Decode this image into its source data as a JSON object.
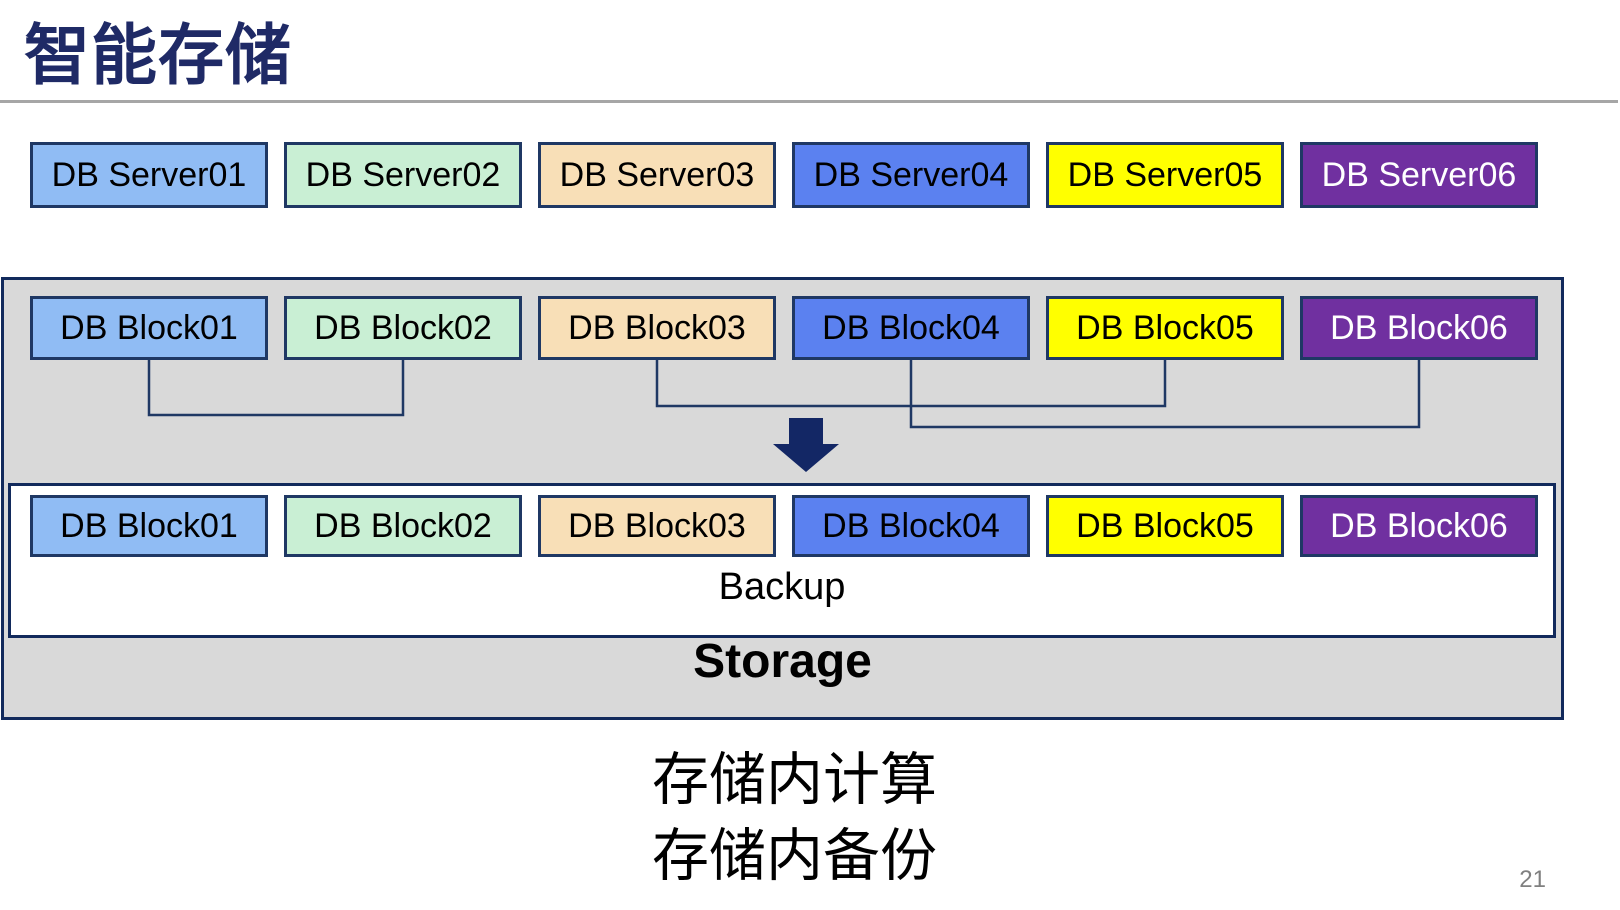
{
  "page": {
    "title": "智能存储",
    "page_number": "21"
  },
  "servers": [
    {
      "label": "DB Server01",
      "color": "#90BCF4"
    },
    {
      "label": "DB Server02",
      "color": "#C9EFD4"
    },
    {
      "label": "DB Server03",
      "color": "#F8DFB7"
    },
    {
      "label": "DB Server04",
      "color": "#5B81F0"
    },
    {
      "label": "DB Server05",
      "color": "#FFFF00"
    },
    {
      "label": "DB Server06",
      "color": "#7030A0"
    }
  ],
  "storage": {
    "blocks_top": [
      {
        "label": "DB Block01",
        "color": "#90BCF4"
      },
      {
        "label": "DB Block02",
        "color": "#C9EFD4"
      },
      {
        "label": "DB Block03",
        "color": "#F8DFB7"
      },
      {
        "label": "DB Block04",
        "color": "#5B81F0"
      },
      {
        "label": "DB Block05",
        "color": "#FFFF00"
      },
      {
        "label": "DB Block06",
        "color": "#7030A0"
      }
    ],
    "blocks_bottom": [
      {
        "label": "DB Block01",
        "color": "#90BCF4"
      },
      {
        "label": "DB Block02",
        "color": "#C9EFD4"
      },
      {
        "label": "DB Block03",
        "color": "#F8DFB7"
      },
      {
        "label": "DB Block04",
        "color": "#5B81F0"
      },
      {
        "label": "DB Block05",
        "color": "#FFFF00"
      },
      {
        "label": "DB Block06",
        "color": "#7030A0"
      }
    ],
    "backup_label": "Backup",
    "storage_label": "Storage",
    "pairings": [
      "Block01-Block02",
      "Block03-Block05",
      "Block04-Block06"
    ]
  },
  "caption": {
    "line1": "存储内计算",
    "line2": "存储内备份"
  },
  "colors": {
    "title_navy": "#1F2A66",
    "box_border_navy": "#1F3864",
    "container_border_navy": "#122A5C",
    "container_fill_gray": "#D9D9D9",
    "arrow_navy": "#132765",
    "divider_gray": "#A6A6A6",
    "page_number_gray": "#808080"
  }
}
